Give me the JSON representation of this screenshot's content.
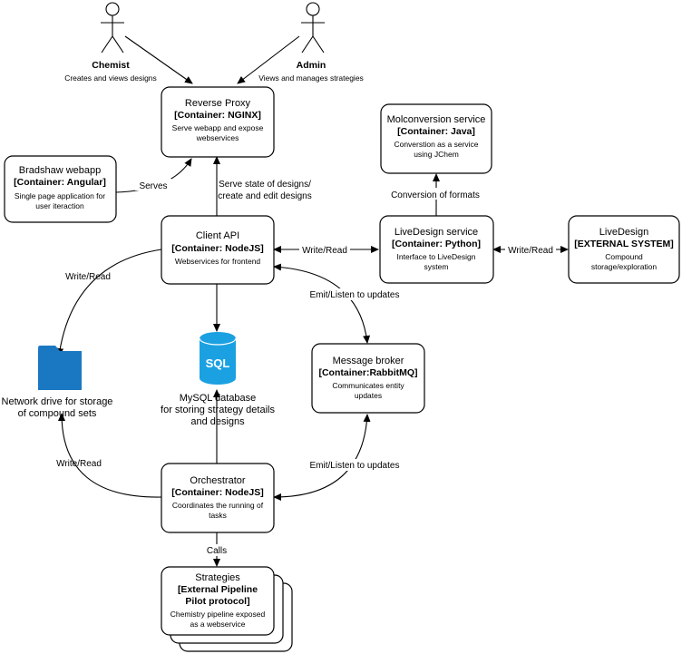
{
  "actors": {
    "chemist": {
      "name": "Chemist",
      "desc": "Creates and views designs"
    },
    "admin": {
      "name": "Admin",
      "desc": "Views and manages strategies"
    }
  },
  "containers": {
    "reverse_proxy": {
      "title": "Reverse Proxy",
      "tech": "[Container: NGINX]",
      "desc": [
        "Serve webapp and expose",
        "webservices"
      ]
    },
    "webapp": {
      "title": "Bradshaw webapp",
      "tech": "[Container: Angular]",
      "desc": [
        "Single page application for",
        "user iteraction"
      ]
    },
    "molconversion": {
      "title": "Molconversion service",
      "tech": "[Container: Java]",
      "desc": [
        "Converstion as a service",
        "using JChem"
      ]
    },
    "client_api": {
      "title": "Client API",
      "tech": "[Container: NodeJS]",
      "desc": [
        "Webservices for frontend"
      ]
    },
    "livedesign_service": {
      "title": "LiveDesign service",
      "tech": "[Container: Python]",
      "desc": [
        "Interface to LiveDesign",
        "system"
      ]
    },
    "livedesign_ext": {
      "title": "LiveDesign",
      "tech": "[EXTERNAL SYSTEM]",
      "desc": [
        "Compound",
        "storage/exploration"
      ]
    },
    "message_broker": {
      "title": "Message broker",
      "tech": "[Container:RabbitMQ]",
      "desc": [
        "Communicates entity",
        "updates"
      ]
    },
    "orchestrator": {
      "title": "Orchestrator",
      "tech": "[Container: NodeJS]",
      "desc": [
        "Coordinates the running of",
        "tasks"
      ]
    },
    "strategies": {
      "title": "Strategies",
      "tech": [
        "[External Pipeline",
        "Pilot protocol]"
      ],
      "desc": [
        "Chemistry pipeline exposed",
        "as a webservice"
      ]
    }
  },
  "stores": {
    "network_drive": {
      "label": [
        "Network drive for storage",
        "of compound sets"
      ],
      "color": "#1a78c2"
    },
    "mysql": {
      "icon_text": "SQL",
      "label": [
        "MySQL database",
        "for storing strategy details",
        "and designs"
      ],
      "color": "#1ba1e2"
    }
  },
  "edges": {
    "serves": "Serves",
    "serve_state": [
      "Serve state of designs/",
      "create and edit designs"
    ],
    "conversion": "Conversion of formats",
    "write_read_api_ld": "Write/Read",
    "write_read_ld_ext": "Write/Read",
    "write_read_api_drive": "Write/Read",
    "emit_listen_api": "Emit/Listen to updates",
    "write_read_orch_drive": "Write/Read",
    "emit_listen_orch": "Emit/Listen to updates",
    "calls": "Calls"
  }
}
